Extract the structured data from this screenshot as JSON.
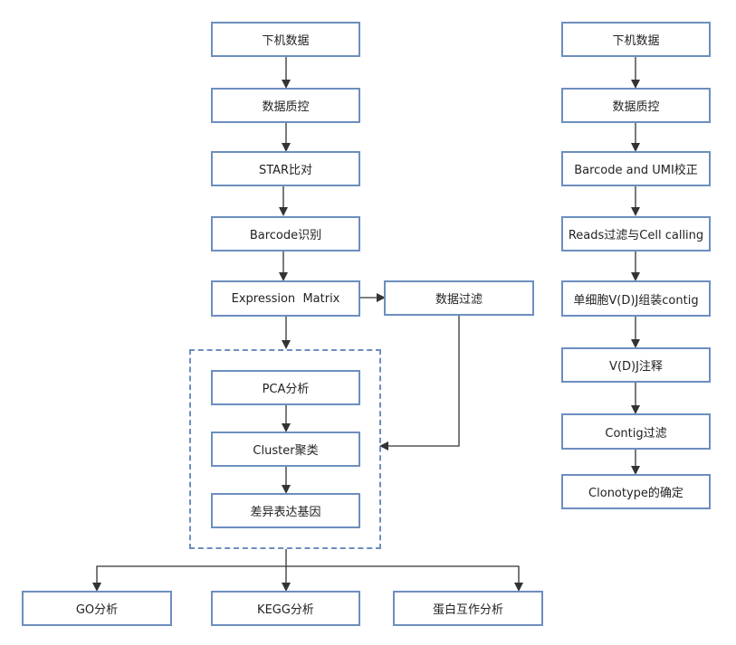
{
  "left_flow": {
    "n1": "下机数据",
    "n2": "数据质控",
    "n3": "STAR比对",
    "n4": "Barcode识别",
    "n5": "Expression  Matrix",
    "filter": "数据过滤",
    "pca": "PCA分析",
    "cluster": "Cluster聚类",
    "deg": "差异表达基因",
    "go": "GO分析",
    "kegg": "KEGG分析",
    "ppi": "蛋白互作分析"
  },
  "right_flow": {
    "r1": "下机数据",
    "r2": "数据质控",
    "r3": "Barcode and UMI校正",
    "r4": "Reads过滤与Cell calling",
    "r5": "单细胞V(D)J组装contig",
    "r6": "V(D)J注释",
    "r7": "Contig过滤",
    "r8": "Clonotype的确定"
  },
  "colors": {
    "node_border": "#6c8ebf",
    "edge": "#333333"
  }
}
